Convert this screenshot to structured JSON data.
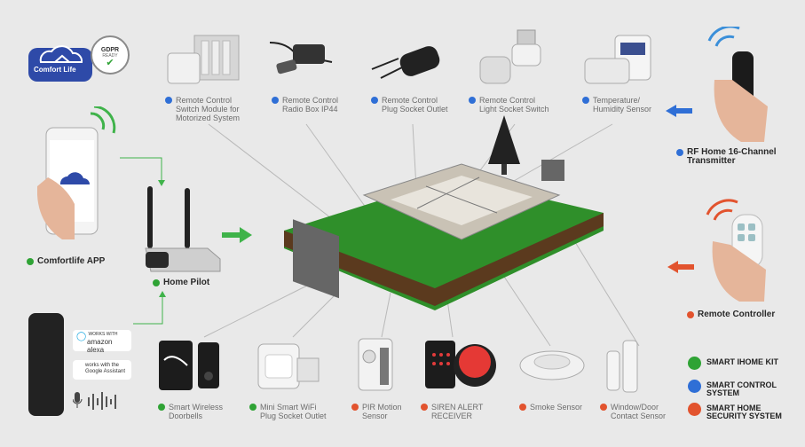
{
  "logo": {
    "brand": "Comfort Life",
    "badge_top": "GDPR",
    "badge_sub": "READY"
  },
  "devices_top": [
    {
      "label": "Remote Control\nSwitch Module for\nMotorized System",
      "icon": "switch-module"
    },
    {
      "label": "Remote Control\nRadio Box IP44",
      "icon": "radio-box"
    },
    {
      "label": "Remote Control\nPlug Socket Outlet",
      "icon": "plug-socket"
    },
    {
      "label": "Remote Control\nLight Socket Switch",
      "icon": "light-socket"
    },
    {
      "label": "Temperature/\nHumidity Sensor",
      "icon": "thermometer-sensor"
    }
  ],
  "left": {
    "app_label": "Comfortlife APP",
    "hub_label": "Home Pilot",
    "alexa": "amazon alexa",
    "alexa_small": "WORKS WITH",
    "google": "works with the\nGoogle Assistant"
  },
  "right": {
    "transmitter_label": "RF Home 16-Channel\nTransmitter",
    "remote_label": "Remote Controller"
  },
  "devices_bottom": [
    {
      "label": "Smart Wireless\nDoorbells",
      "color": "green"
    },
    {
      "label": "Mini Smart WiFi\nPlug Socket Outlet",
      "color": "green"
    },
    {
      "label": "PIR Motion\nSensor",
      "color": "red"
    },
    {
      "label": "SIREN ALERT\nRECEIVER",
      "color": "red"
    },
    {
      "label": "Smoke Sensor",
      "color": "red"
    },
    {
      "label": "Window/Door\nContact Sensor",
      "color": "red"
    }
  ],
  "legend": [
    {
      "label": "SMART IHOME KIT",
      "color": "#2fa335"
    },
    {
      "label": "SMART CONTROL\nSYSTEM",
      "color": "#2f6fd6"
    },
    {
      "label": "SMART HOME\nSECURITY SYSTEM",
      "color": "#e2532e"
    }
  ]
}
